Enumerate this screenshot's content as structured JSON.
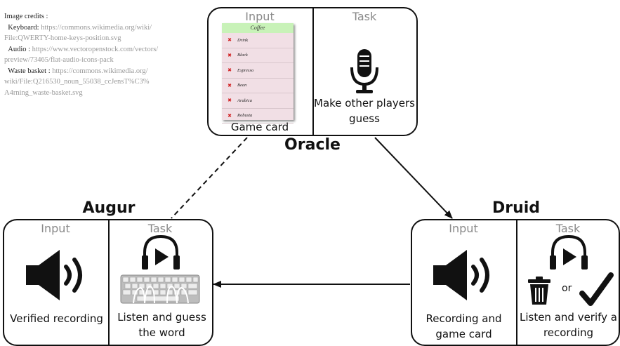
{
  "credits": {
    "heading": "Image credits :",
    "items": [
      {
        "label": "Keyboard:",
        "url_lines": [
          "https://commons.wikimedia.org/wiki/",
          "File:QWERTY-home-keys-position.svg"
        ]
      },
      {
        "label": "Audio :",
        "url_lines": [
          "https://www.vectoropenstock.com/vectors/",
          "preview/73465/flat-audio-icons-pack"
        ]
      },
      {
        "label": "Waste basket :",
        "url_lines": [
          "https://commons.wikimedia.org/",
          "wiki/File:Q216530_noun_55038_ccJensT%C3%",
          "A4rning_waste-basket.svg"
        ]
      }
    ]
  },
  "oracle": {
    "role": "Oracle",
    "input_header": "Input",
    "task_header": "Task",
    "input_label": "Game card",
    "task_label_lines": [
      "Make other players",
      "guess"
    ],
    "card": {
      "title": "Coffee",
      "words": [
        "Drink",
        "Black",
        "Espresso",
        "Bean",
        "Arabica",
        "Robusta"
      ]
    }
  },
  "augur": {
    "role": "Augur",
    "input_header": "Input",
    "task_header": "Task",
    "input_label": "Verified recording",
    "task_label_lines": [
      "Listen and guess",
      "the word"
    ]
  },
  "druid": {
    "role": "Druid",
    "input_header": "Input",
    "task_header": "Task",
    "input_label_lines": [
      "Recording and",
      "game card"
    ],
    "task_label_lines": [
      "Listen and verify a",
      "recording"
    ],
    "or_text": "or"
  },
  "icons": {
    "microphone": "microphone-icon",
    "speaker": "speaker-icon",
    "headphones": "headphones-play-icon",
    "keyboard": "keyboard-icon",
    "trash": "trash-icon",
    "check": "checkmark-icon"
  }
}
